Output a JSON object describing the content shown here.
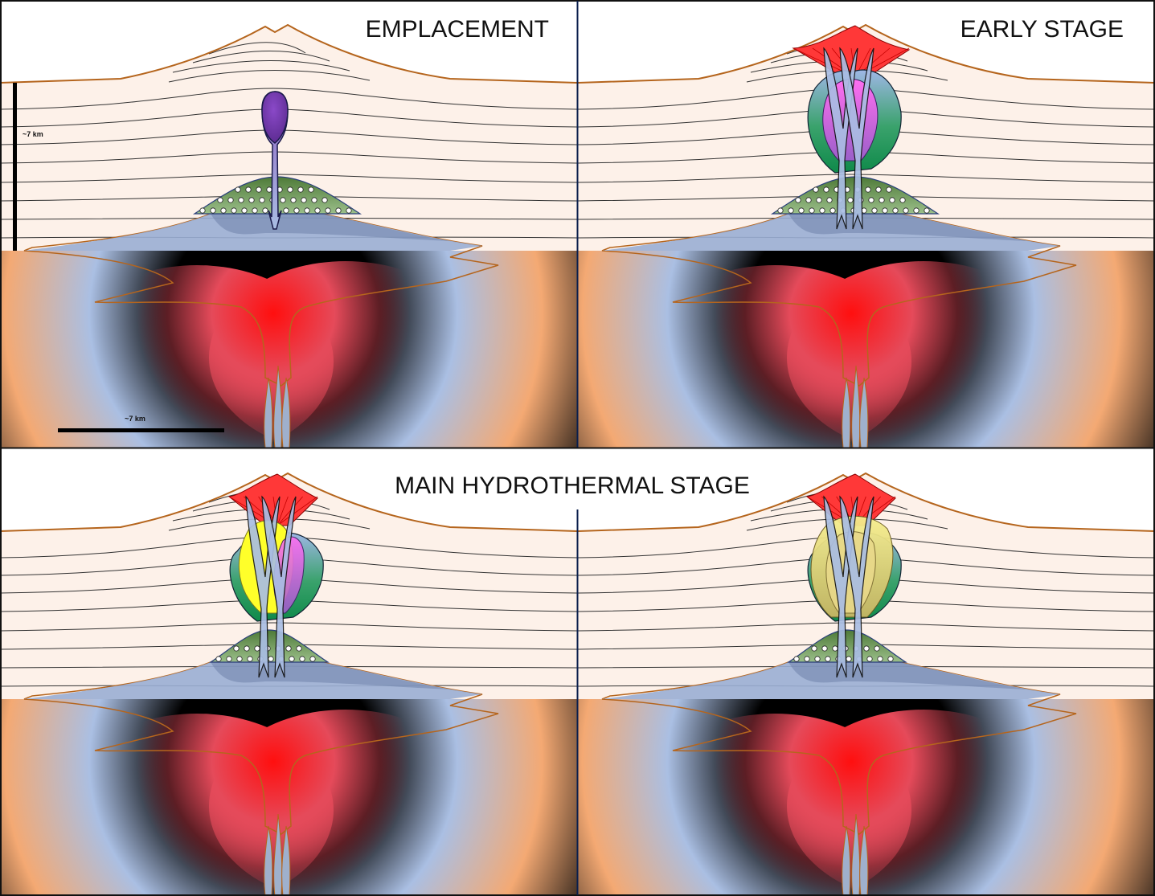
{
  "figure": {
    "panels": [
      {
        "id": "p1",
        "title": "EMPLACEMENT",
        "stage": "emplacement"
      },
      {
        "id": "p2",
        "title": "EARLY STAGE",
        "stage": "early"
      },
      {
        "id": "p3",
        "title": "",
        "stage": "main-a"
      },
      {
        "id": "p4",
        "title": "",
        "stage": "main-b"
      }
    ],
    "shared_title": "MAIN HYDROTHERMAL STAGE",
    "scale_bars": {
      "vertical_label": "~7 km",
      "horizontal_label": "~7 km"
    }
  },
  "colors": {
    "country_rock": "#fdf1e9",
    "outline": "#b5651d",
    "magma_core": "#000000",
    "magma_halo": "#aabfe3",
    "deep_hot": "#ff0f0f",
    "rim": "#f4a973",
    "intrusion_purple": "#7a3fb0",
    "cap_red": "#ff3838",
    "potassic_yellow": "#ffff2a",
    "propylitic_green": "#1e9e5a",
    "breccia_green": "#5b8a43"
  }
}
